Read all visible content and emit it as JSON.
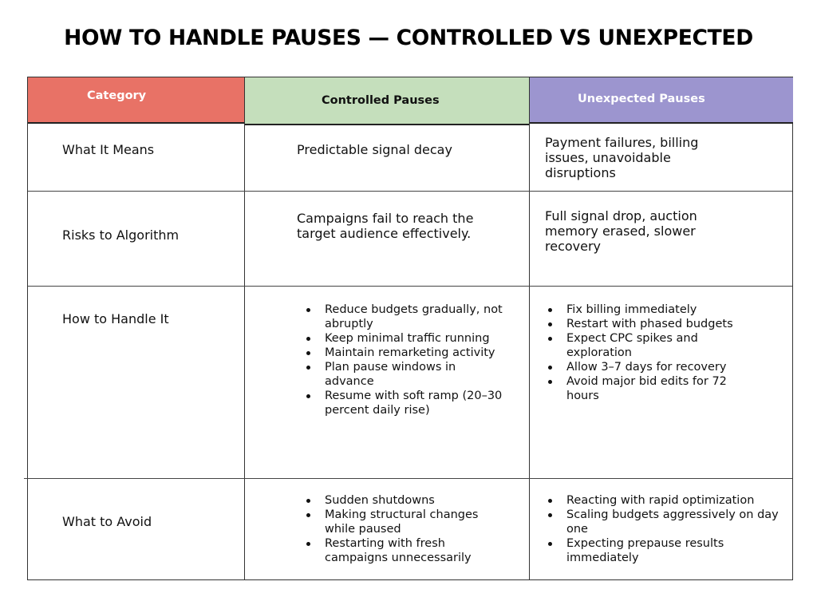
{
  "title": "HOW TO HANDLE PAUSES — CONTROLLED VS UNEXPECTED",
  "colors": {
    "category_header": "#e87266",
    "controlled_header": "#c5dfbc",
    "unexpected_header": "#9c95cf"
  },
  "headers": {
    "category": "Category",
    "controlled": "Controlled Pauses",
    "unexpected": "Unexpected Pauses"
  },
  "rows": [
    {
      "category": "What It Means",
      "controlled": "Predictable signal decay",
      "unexpected": "Payment failures, billing issues, unavoidable disruptions"
    },
    {
      "category": "Risks to Algorithm",
      "controlled": "Campaigns fail to reach the target audience effectively.",
      "unexpected": "Full signal drop, auction memory erased, slower recovery"
    },
    {
      "category": "How to Handle It",
      "controlled": [
        "Reduce budgets gradually, not abruptly",
        " Keep minimal traffic running",
        " Maintain remarketing activity",
        " Plan pause windows in advance",
        " Resume with soft ramp (20–30 percent daily rise)"
      ],
      "unexpected": [
        "Fix billing immediately",
        " Restart with phased budgets",
        " Expect CPC spikes and exploration",
        " Allow 3–7 days for recovery",
        " Avoid major bid edits for 72 hours"
      ]
    },
    {
      "category": "What to Avoid",
      "controlled": [
        " Sudden shutdowns",
        " Making structural changes while paused",
        " Restarting with fresh campaigns unnecessarily"
      ],
      "unexpected": [
        "Reacting with rapid optimization",
        " Scaling budgets aggressively on day one",
        " Expecting prepause results immediately"
      ]
    }
  ]
}
